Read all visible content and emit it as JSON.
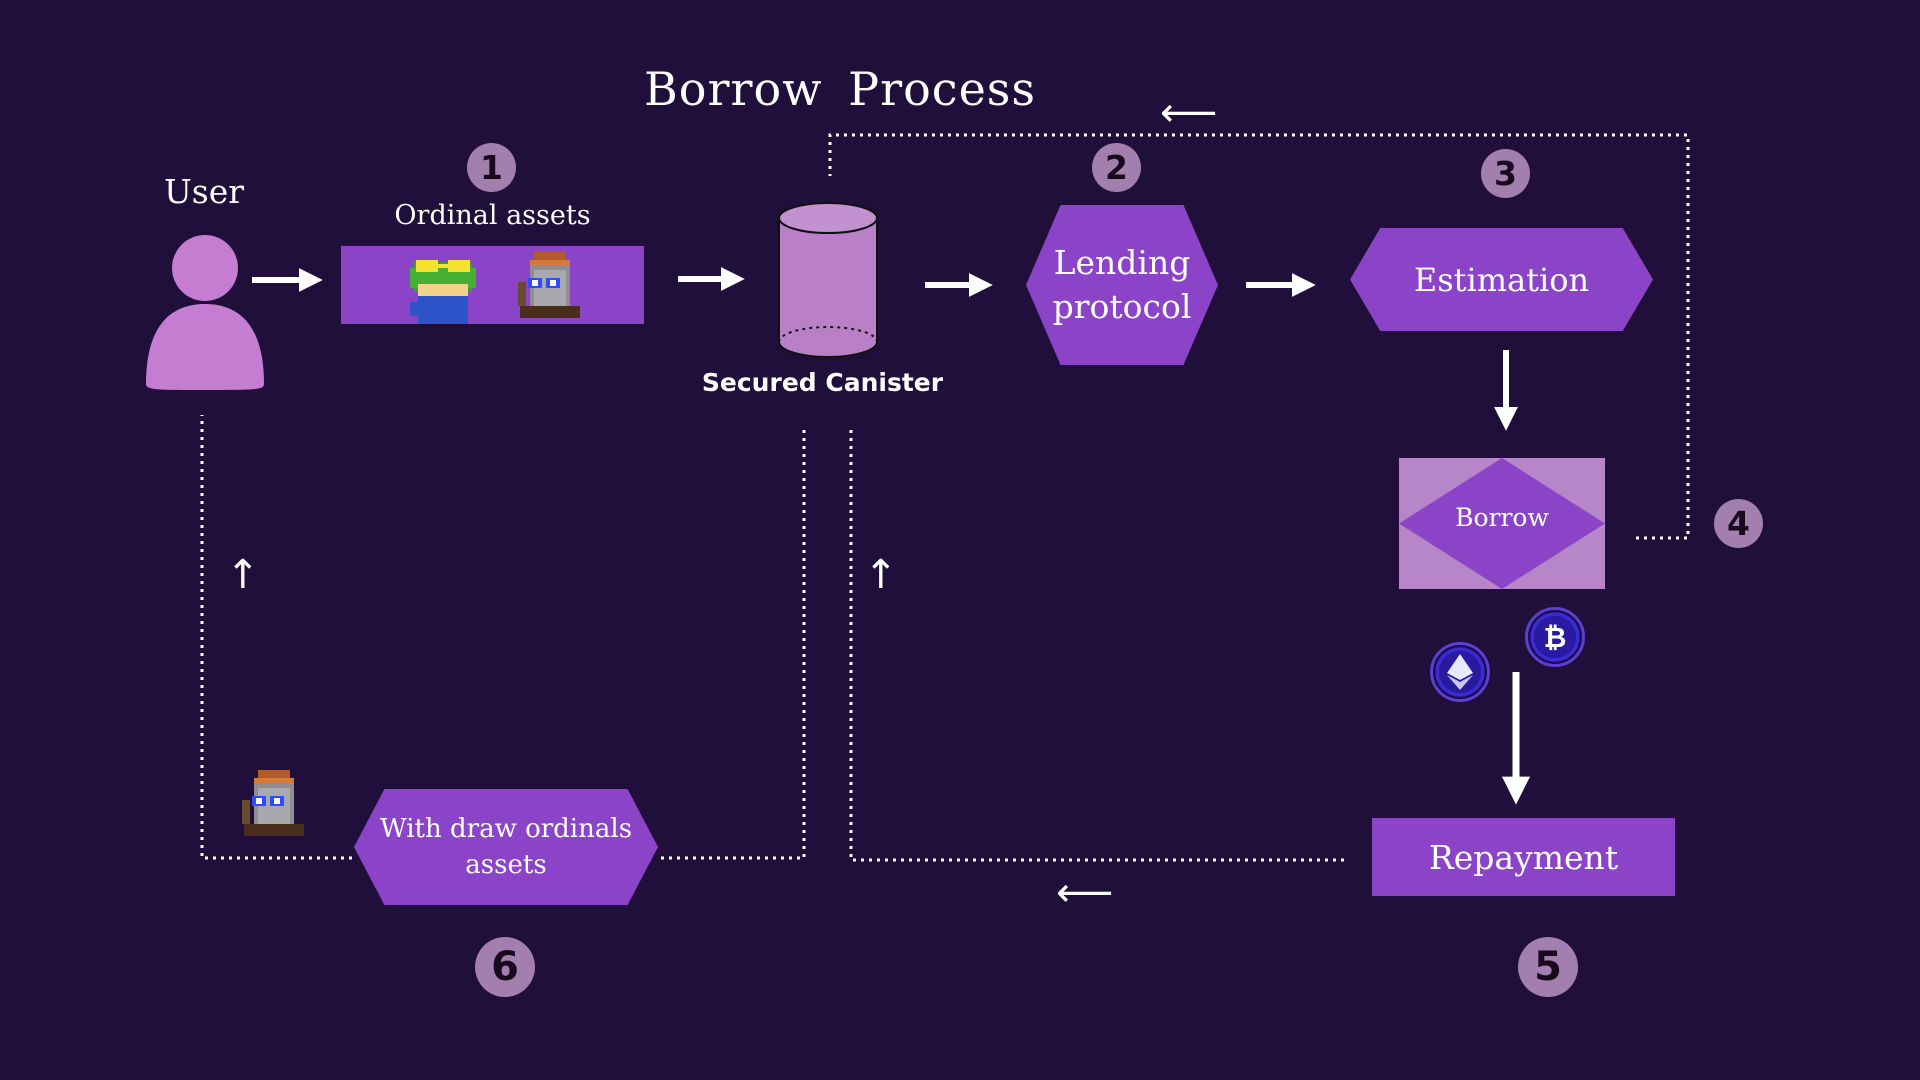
{
  "title": "Borrow  Process",
  "user_label": "User",
  "ordinal_assets_label": "Ordinal assets",
  "canister_label": "Secured Canister",
  "steps": {
    "s1": "1",
    "s2": "2",
    "s3": "3",
    "s4": "4",
    "s5": "5",
    "s6": "6"
  },
  "nodes": {
    "lending_line1": "Lending",
    "lending_line2": "protocol",
    "estimation": "Estimation",
    "borrow": "Borrow",
    "repayment": "Repayment",
    "withdraw_line1": "With draw ordinals",
    "withdraw_line2": "assets"
  },
  "icons": {
    "user": "user-avatar-icon",
    "frog": "pixel-frog-ordinal-icon",
    "tombstone": "pixel-tombstone-ordinal-icon",
    "ethereum": "ethereum-coin-icon",
    "bitcoin": "bitcoin-coin-icon",
    "canister": "cylinder-database-icon"
  },
  "colors": {
    "background": "#1f0f3a",
    "node_purple": "#8b44c7",
    "light_purple": "#b786c8",
    "badge": "#a27fae"
  }
}
